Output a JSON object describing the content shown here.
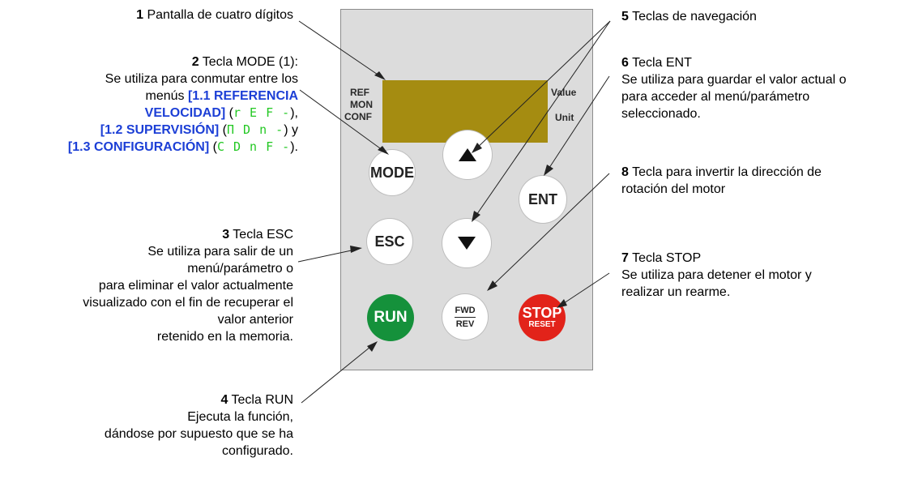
{
  "callouts": {
    "c1": {
      "num": "1",
      "text": "Pantalla de cuatro dígitos"
    },
    "c2": {
      "num": "2",
      "text": "Tecla MODE (1):",
      "line2": "Se utiliza para conmutar entre los",
      "line3_pre": "menús ",
      "menu1a": "[1.1 REFERENCIA",
      "menu1b": "VELOCIDAD]",
      "seg1": "r E F -",
      "sep1": ",",
      "menu2": "[1.2 SUPERVISIÓN]",
      "seg2": "Π D n -",
      "sep2": " y",
      "menu3": "[1.3 CONFIGURACIÓN]",
      "seg3": "C D n F -",
      "end": "."
    },
    "c3": {
      "num": "3",
      "text": "Tecla ESC",
      "lines": [
        "Se utiliza para salir de un",
        "menú/parámetro o",
        "para eliminar el valor actualmente",
        "visualizado con el fin de recuperar el",
        "valor anterior",
        "retenido en la memoria."
      ]
    },
    "c4": {
      "num": "4",
      "text": "Tecla RUN",
      "lines": [
        "Ejecuta la función,",
        "dándose por supuesto que se ha",
        "configurado."
      ]
    },
    "c5": {
      "num": "5",
      "text": "Teclas de navegación"
    },
    "c6": {
      "num": "6",
      "text": "Tecla ENT",
      "lines": [
        "Se utiliza para guardar el valor actual o",
        "para acceder al menú/parámetro",
        "seleccionado."
      ]
    },
    "c8": {
      "num": "8",
      "text": "Tecla para invertir la dirección de",
      "line2": "rotación del motor"
    },
    "c7": {
      "num": "7",
      "text": "Tecla STOP",
      "lines": [
        "Se utiliza para detener el motor y",
        "realizar un rearme."
      ]
    }
  },
  "display": {
    "left_labels": [
      "REF",
      "MON",
      "CONF"
    ],
    "right_labels": [
      "Value",
      "Unit"
    ]
  },
  "keys": {
    "mode": "MODE",
    "up_icon": "triangle-up-icon",
    "ent": "ENT",
    "esc": "ESC",
    "down_icon": "triangle-down-icon",
    "run": "RUN",
    "fwd": "FWD",
    "rev": "REV",
    "stop": "STOP",
    "reset": "RESET"
  },
  "colors": {
    "panel": "#dcdcdc",
    "display": "#a58c11",
    "run": "#15913b",
    "stop": "#e2231a",
    "menu_text": "#1c3fd6",
    "seven_seg": "#23c823"
  }
}
